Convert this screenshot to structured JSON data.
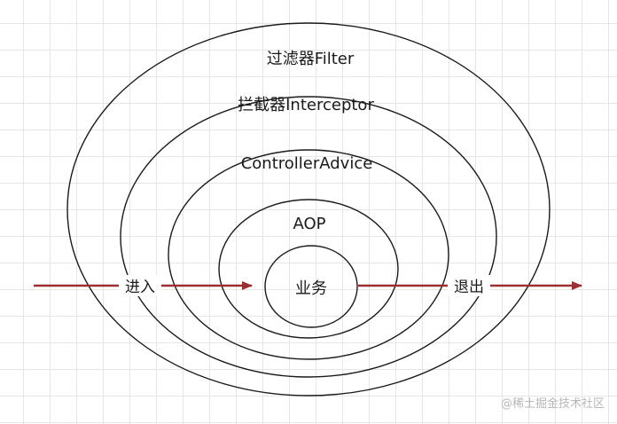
{
  "diagram": {
    "layers": {
      "filter": "过滤器Filter",
      "interceptor": "拦截器Interceptor",
      "controller_advice": "ControllerAdvice",
      "aop": "AOP",
      "business": "业务"
    },
    "arrows": {
      "enter": "进入",
      "exit": "退出"
    },
    "colors": {
      "arrow": "#9b2f32",
      "ellipse_stroke": "#1a1a1a",
      "grid": "#e6e6e6"
    }
  },
  "watermark": "@稀土掘金技术社区"
}
